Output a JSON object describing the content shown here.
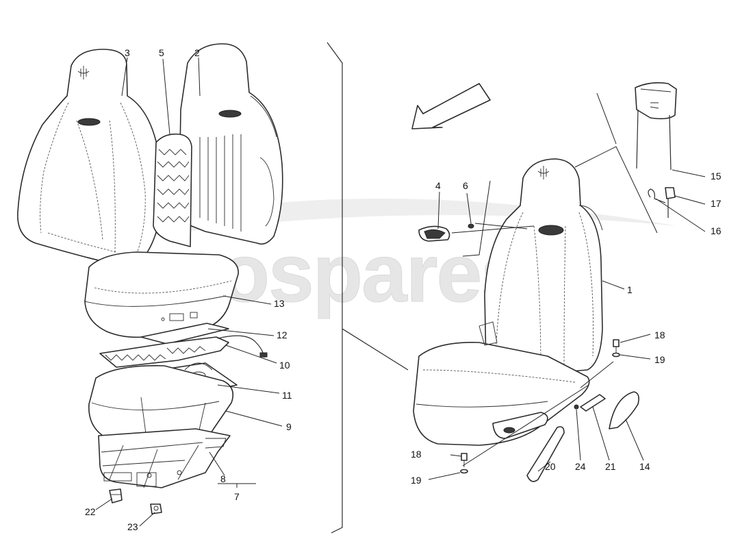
{
  "watermark": {
    "text": "eurospares"
  },
  "callouts": {
    "c1": "1",
    "c2": "2",
    "c3": "3",
    "c4": "4",
    "c5": "5",
    "c6": "6",
    "c7": "7",
    "c8": "8",
    "c9": "9",
    "c10": "10",
    "c11": "11",
    "c12": "12",
    "c13": "13",
    "c14": "14",
    "c15": "15",
    "c16": "16",
    "c17": "17",
    "c18a": "18",
    "c18b": "18",
    "c19a": "19",
    "c19b": "19",
    "c20": "20",
    "c21": "21",
    "c22": "22",
    "c23": "23",
    "c24": "24"
  },
  "colors": {
    "line": "#2b2b2b",
    "watermark": "#e6e6e6",
    "background": "#ffffff"
  },
  "icons": [
    "direction-arrow-icon",
    "maserati-trident-icon"
  ]
}
